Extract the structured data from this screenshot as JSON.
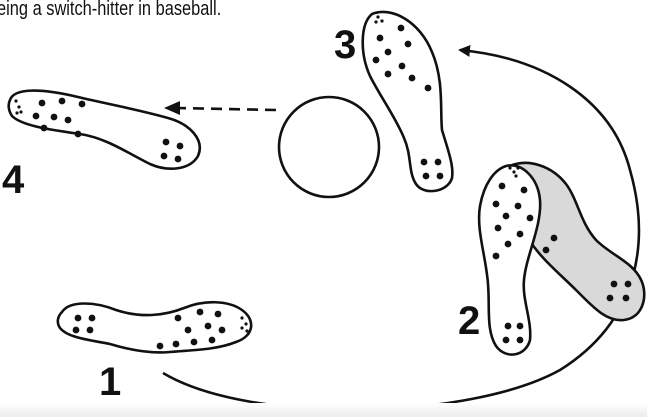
{
  "caption": "eing a switch-hitter in baseball.",
  "diagram": {
    "step_labels": [
      "1",
      "2",
      "3",
      "4"
    ]
  }
}
